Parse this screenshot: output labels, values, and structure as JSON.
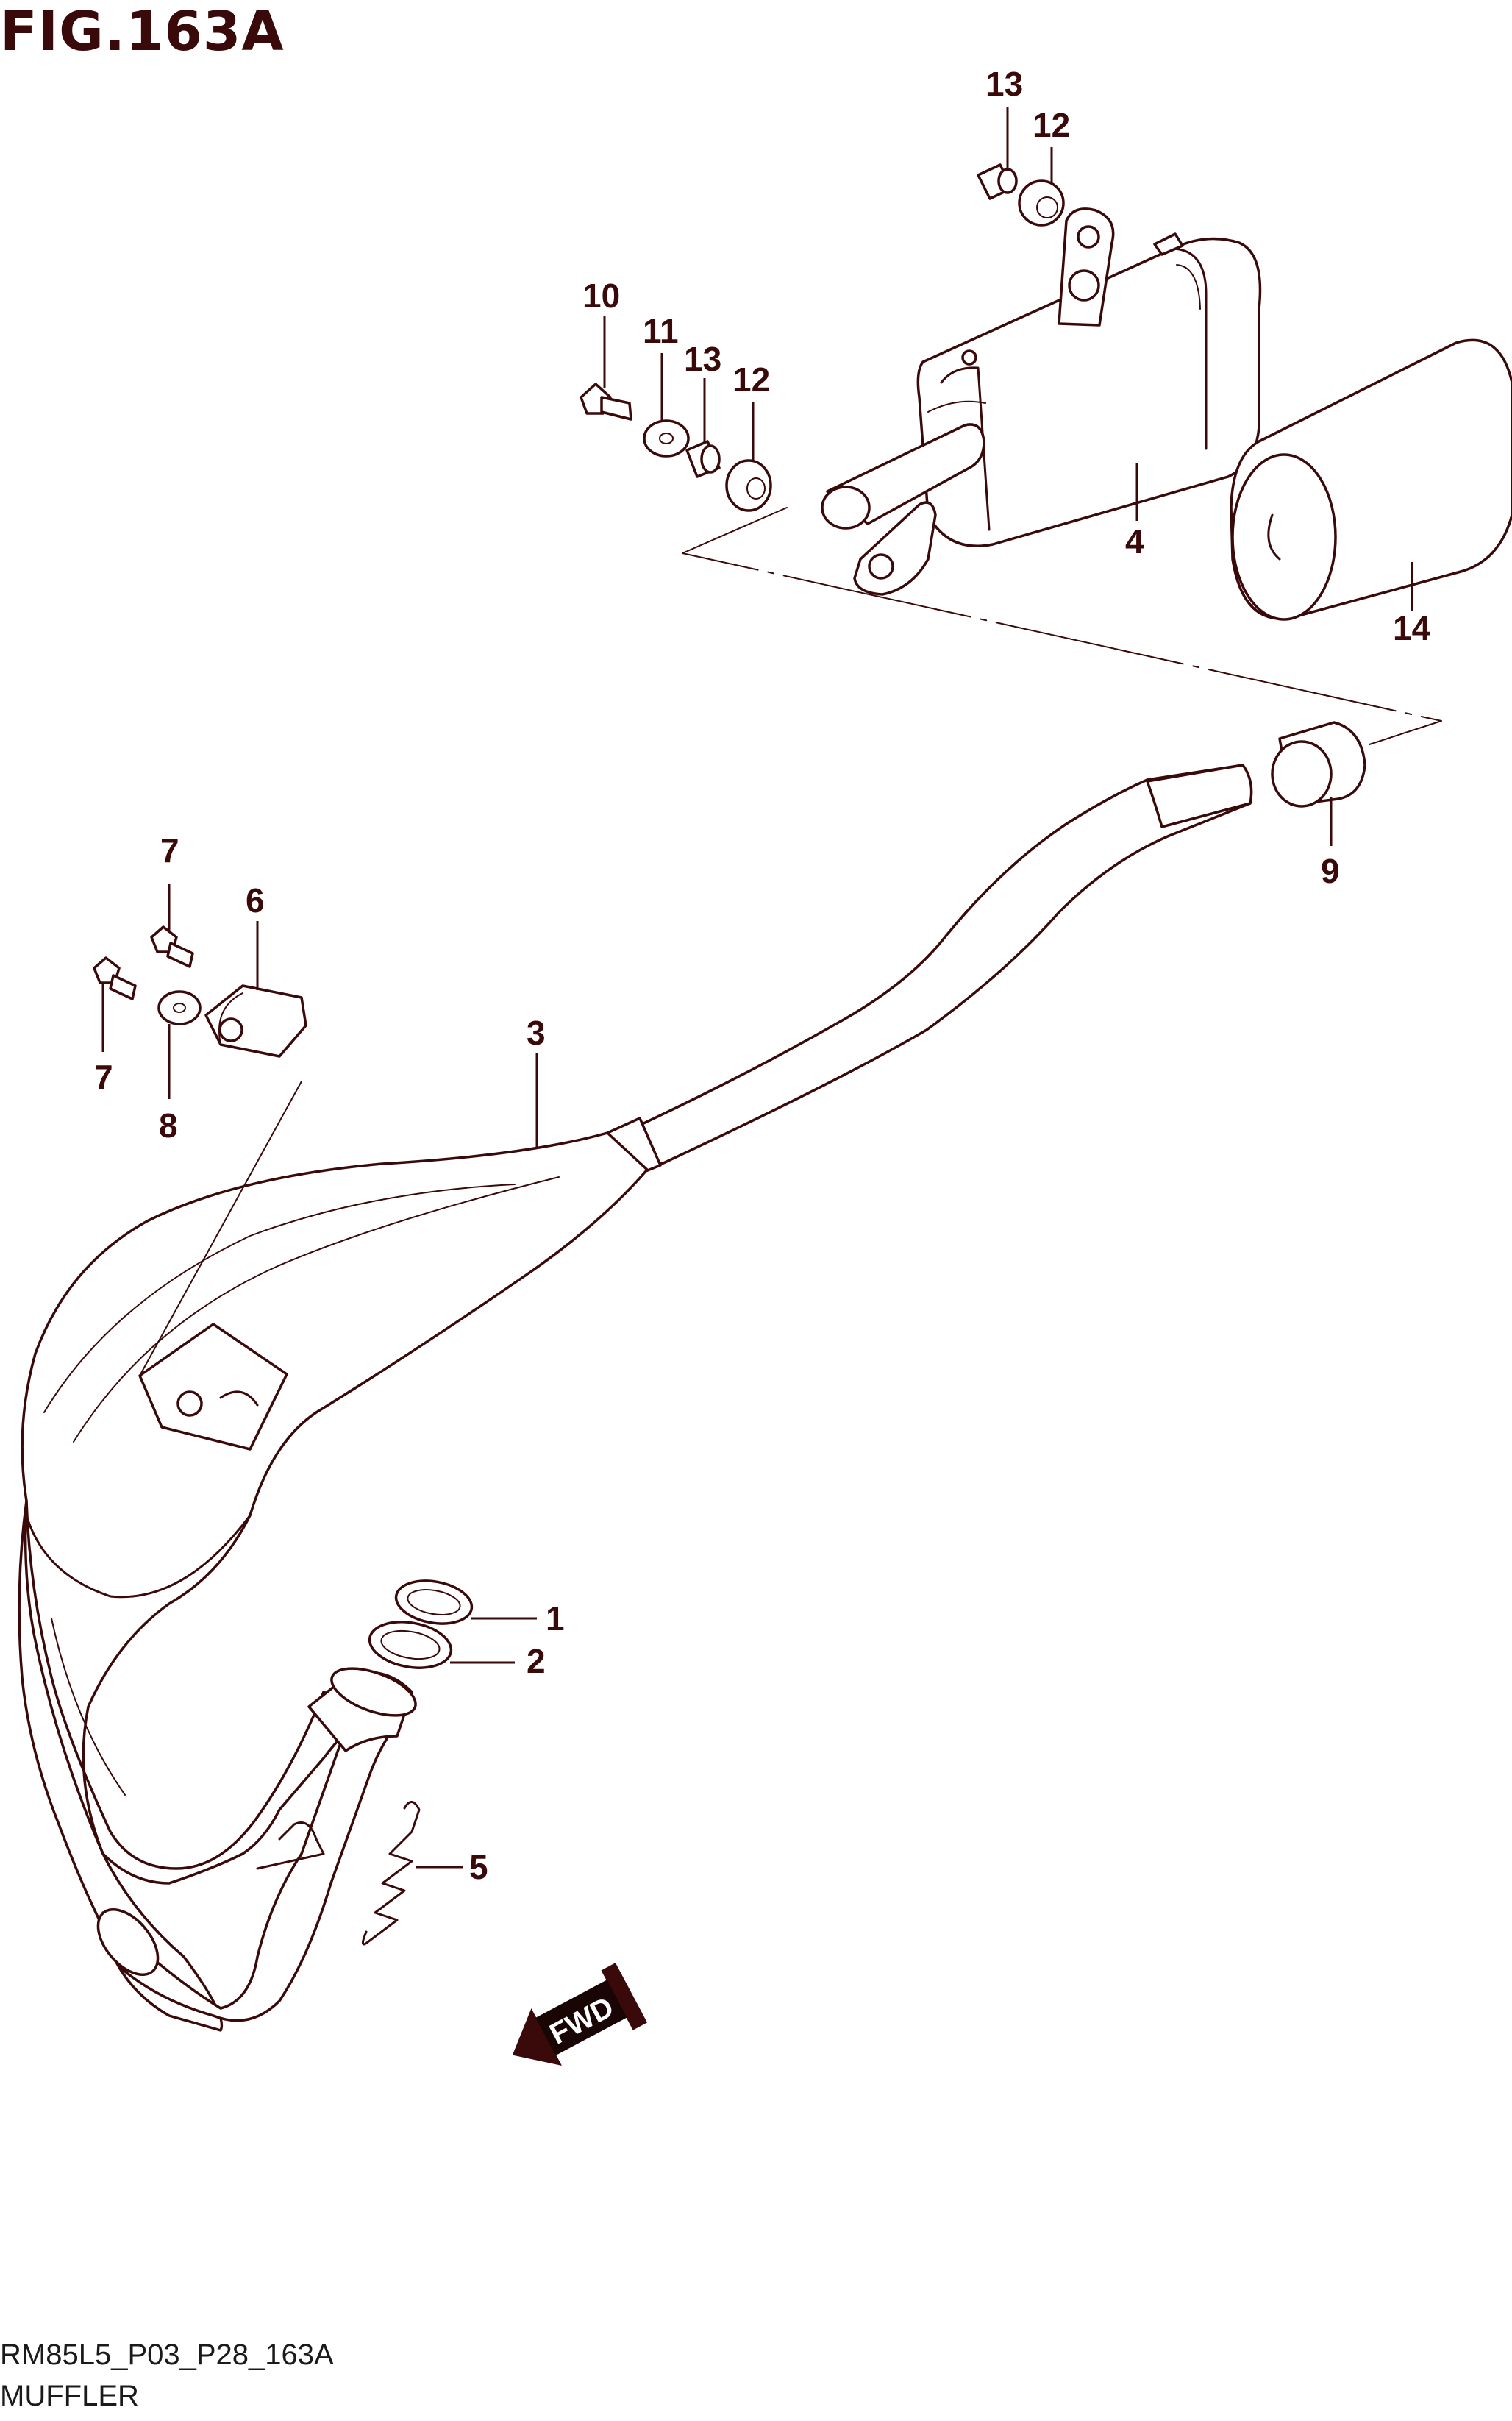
{
  "figure": {
    "title": "FIG.163A",
    "code": "RM85L5_P03_P28_163A",
    "name": "MUFFLER"
  },
  "callouts": {
    "c1": "1",
    "c2": "2",
    "c3": "3",
    "c4": "4",
    "c5": "5",
    "c6": "6",
    "c7a": "7",
    "c7b": "7",
    "c8": "8",
    "c9": "9",
    "c10": "10",
    "c11": "11",
    "c12a": "12",
    "c12b": "12",
    "c13a": "13",
    "c13b": "13",
    "c14": "14"
  },
  "direction_marker": {
    "label": "FWD",
    "icon": "fwd-arrow-icon"
  },
  "colors": {
    "line": "#3a0a0a",
    "background": "#ffffff"
  }
}
